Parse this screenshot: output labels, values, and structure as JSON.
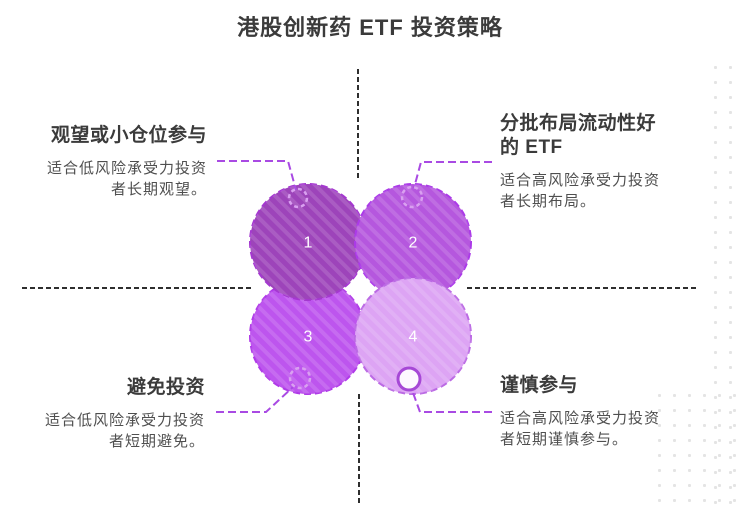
{
  "title": "港股创新药 ETF 投资策略",
  "quadrants": {
    "top_left": {
      "title": "观望或小仓位参与",
      "desc_line1": "适合低风险承受力投资",
      "desc_line2": "者长期观望。"
    },
    "top_right": {
      "title_line1": "分批布局流动性好",
      "title_line2": "的 ETF",
      "desc_line1": "适合高风险承受力投资",
      "desc_line2": "者长期布局。"
    },
    "bottom_left": {
      "title": "避免投资",
      "desc_line1": "适合低风险承受力投资",
      "desc_line2": "者短期避免。"
    },
    "bottom_right": {
      "title": "谨慎参与",
      "desc_line1": "适合高风险承受力投资",
      "desc_line2": "者短期谨慎参与。"
    }
  },
  "circles": [
    {
      "number": "1",
      "fill": "#9d44ba",
      "stroke": "#a438cf"
    },
    {
      "number": "2",
      "fill": "#b557de",
      "stroke": "#ab3ae8"
    },
    {
      "number": "3",
      "fill": "#bd55ee",
      "stroke": "#b03ae8"
    },
    {
      "number": "4",
      "fill": "#dda4f4",
      "stroke": "#bb6ae4"
    }
  ],
  "colors": {
    "background": "#ffffff",
    "title_text": "#3b3b3b",
    "desc_text": "#4f4f4f",
    "axis": "#2e2e2e",
    "connector": "#a94ae3",
    "ring_light": "#d9a0f0",
    "ring4_fill": "#fdf8ff",
    "ring4_stroke": "#a648d6"
  }
}
